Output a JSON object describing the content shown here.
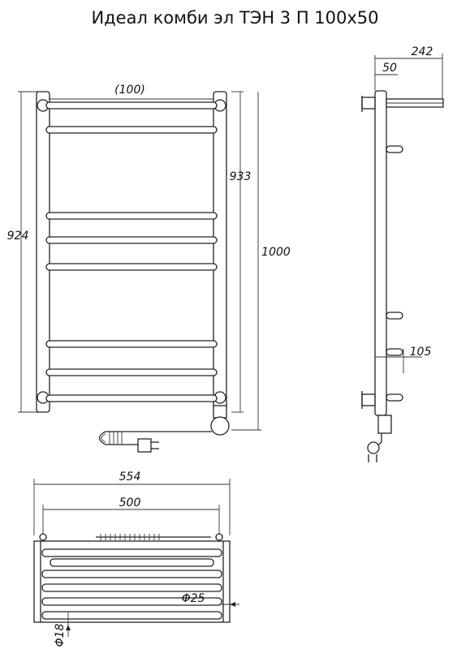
{
  "title": "Идеал комби эл ТЭН 3 П 100х50",
  "front_view": {
    "dim_top": "(100)",
    "dim_left": "924",
    "dim_mid": "933",
    "dim_right": "1000"
  },
  "side_view": {
    "dim_depth": "242",
    "dim_offset": "50",
    "dim_shelf": "105"
  },
  "top_view": {
    "dim_outer": "554",
    "dim_inner": "500",
    "dim_pipe": "Φ25",
    "dim_rung": "Φ18"
  }
}
